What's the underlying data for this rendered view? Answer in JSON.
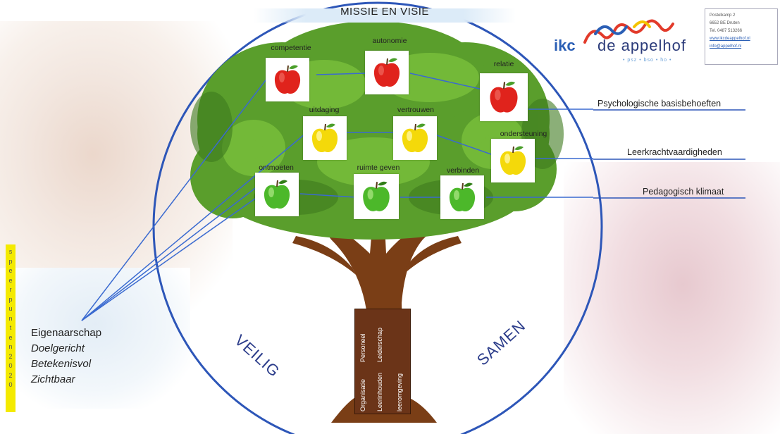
{
  "title": "MISSIE EN VISIE",
  "logo": {
    "ikc": "ikc",
    "name": "de appelhof",
    "tagline": "• psz • bso • ho •"
  },
  "contact": {
    "line1": "Postelkamp 2",
    "line2": "6652 BE  Druten",
    "line3": "Tel. 0487 513266",
    "line4": "www.ikcdeappelhof.nl",
    "line5": "info@appelhof.nl"
  },
  "strip_letters": [
    "s",
    "p",
    "e",
    "e",
    "r",
    "p",
    "u",
    "n",
    "t",
    "e",
    "n",
    "2",
    "0",
    "2",
    "0"
  ],
  "values": {
    "item1": "Eigenaarschap",
    "item2": "Doelgericht",
    "item3": "Betekenisvol",
    "item4": "Zichtbaar"
  },
  "categories": {
    "row1": "Psychologische basisbehoeften",
    "row2": "Leerkrachtvaardigheden",
    "row3": "Pedagogisch klimaat"
  },
  "words": {
    "left": "VEILIG",
    "right": "SAMEN"
  },
  "apples": {
    "red1": "competentie",
    "red2": "autonomie",
    "red3": "relatie",
    "yellow1": "uitdaging",
    "yellow2": "vertrouwen",
    "yellow3": "ondersteuning",
    "green1": "ontmoeten",
    "green2": "ruimte geven",
    "green3": "verbinden"
  },
  "trunk": {
    "col1a": "Organisatie",
    "col1b": "Personeel",
    "col2a": "Leiderschap",
    "col2b": "Leerinhouden",
    "col3a": "leeromgeving"
  },
  "colors": {
    "circle": "#2d56b8",
    "line": "#3a6ad0",
    "red": "#e0231c",
    "yellow": "#f4d90a",
    "green": "#4cb82a",
    "leaf": "#5a9e2c",
    "trunk": "#7a3e16"
  }
}
